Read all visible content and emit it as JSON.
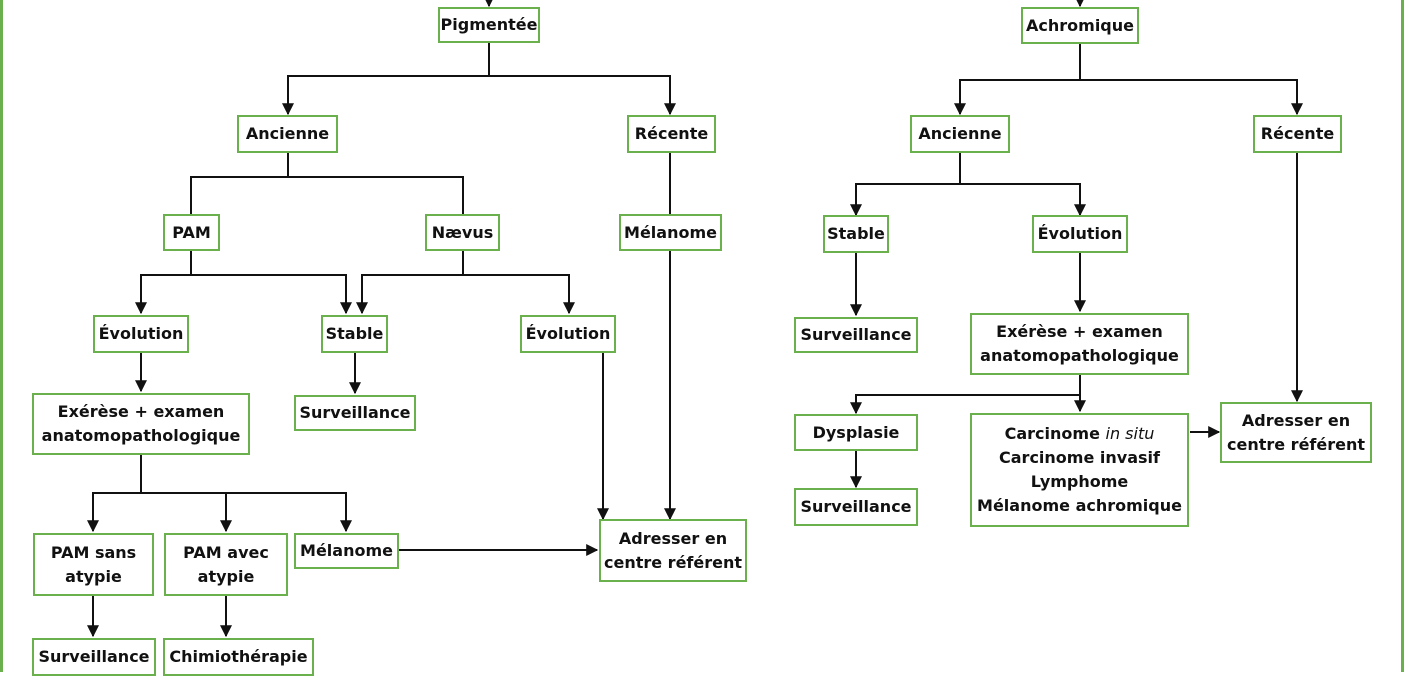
{
  "colors": {
    "border": "#6ab04c",
    "line": "#111111",
    "text": "#111111"
  },
  "nodes": {
    "pigmentee": "Pigmentée",
    "p_ancienne": "Ancienne",
    "p_recente": "Récente",
    "pam": "PAM",
    "naevus": "Nævus",
    "p_melanome": "Mélanome",
    "pam_evolution": "Évolution",
    "naevus_stable": "Stable",
    "naevus_evolution": "Évolution",
    "p_exerese_1": "Exérèse + examen",
    "p_exerese_2": "anatomopathologique",
    "p_surveillance_stable": "Surveillance",
    "pam_sans_1": "PAM sans",
    "pam_sans_2": "atypie",
    "pam_avec_1": "PAM avec",
    "pam_avec_2": "atypie",
    "melanome_result": "Mélanome",
    "p_adresser_1": "Adresser en",
    "p_adresser_2": "centre référent",
    "p_surveillance_sans": "Surveillance",
    "chimiotherapie": "Chimiothérapie",
    "achromique": "Achromique",
    "a_ancienne": "Ancienne",
    "a_recente": "Récente",
    "a_stable": "Stable",
    "a_evolution": "Évolution",
    "a_surveillance_stable": "Surveillance",
    "a_exerese_1": "Exérèse + examen",
    "a_exerese_2": "anatomopathologique",
    "dysplasie": "Dysplasie",
    "carcinome_prefix": "Carcinome ",
    "carcinome_insitu": "in situ",
    "carcinome_invasif": "Carcinome invasif",
    "lymphome": "Lymphome",
    "melanome_achromique": "Mélanome achromique",
    "a_adresser_1": "Adresser en",
    "a_adresser_2": "centre référent",
    "a_surveillance_dysplasie": "Surveillance"
  }
}
